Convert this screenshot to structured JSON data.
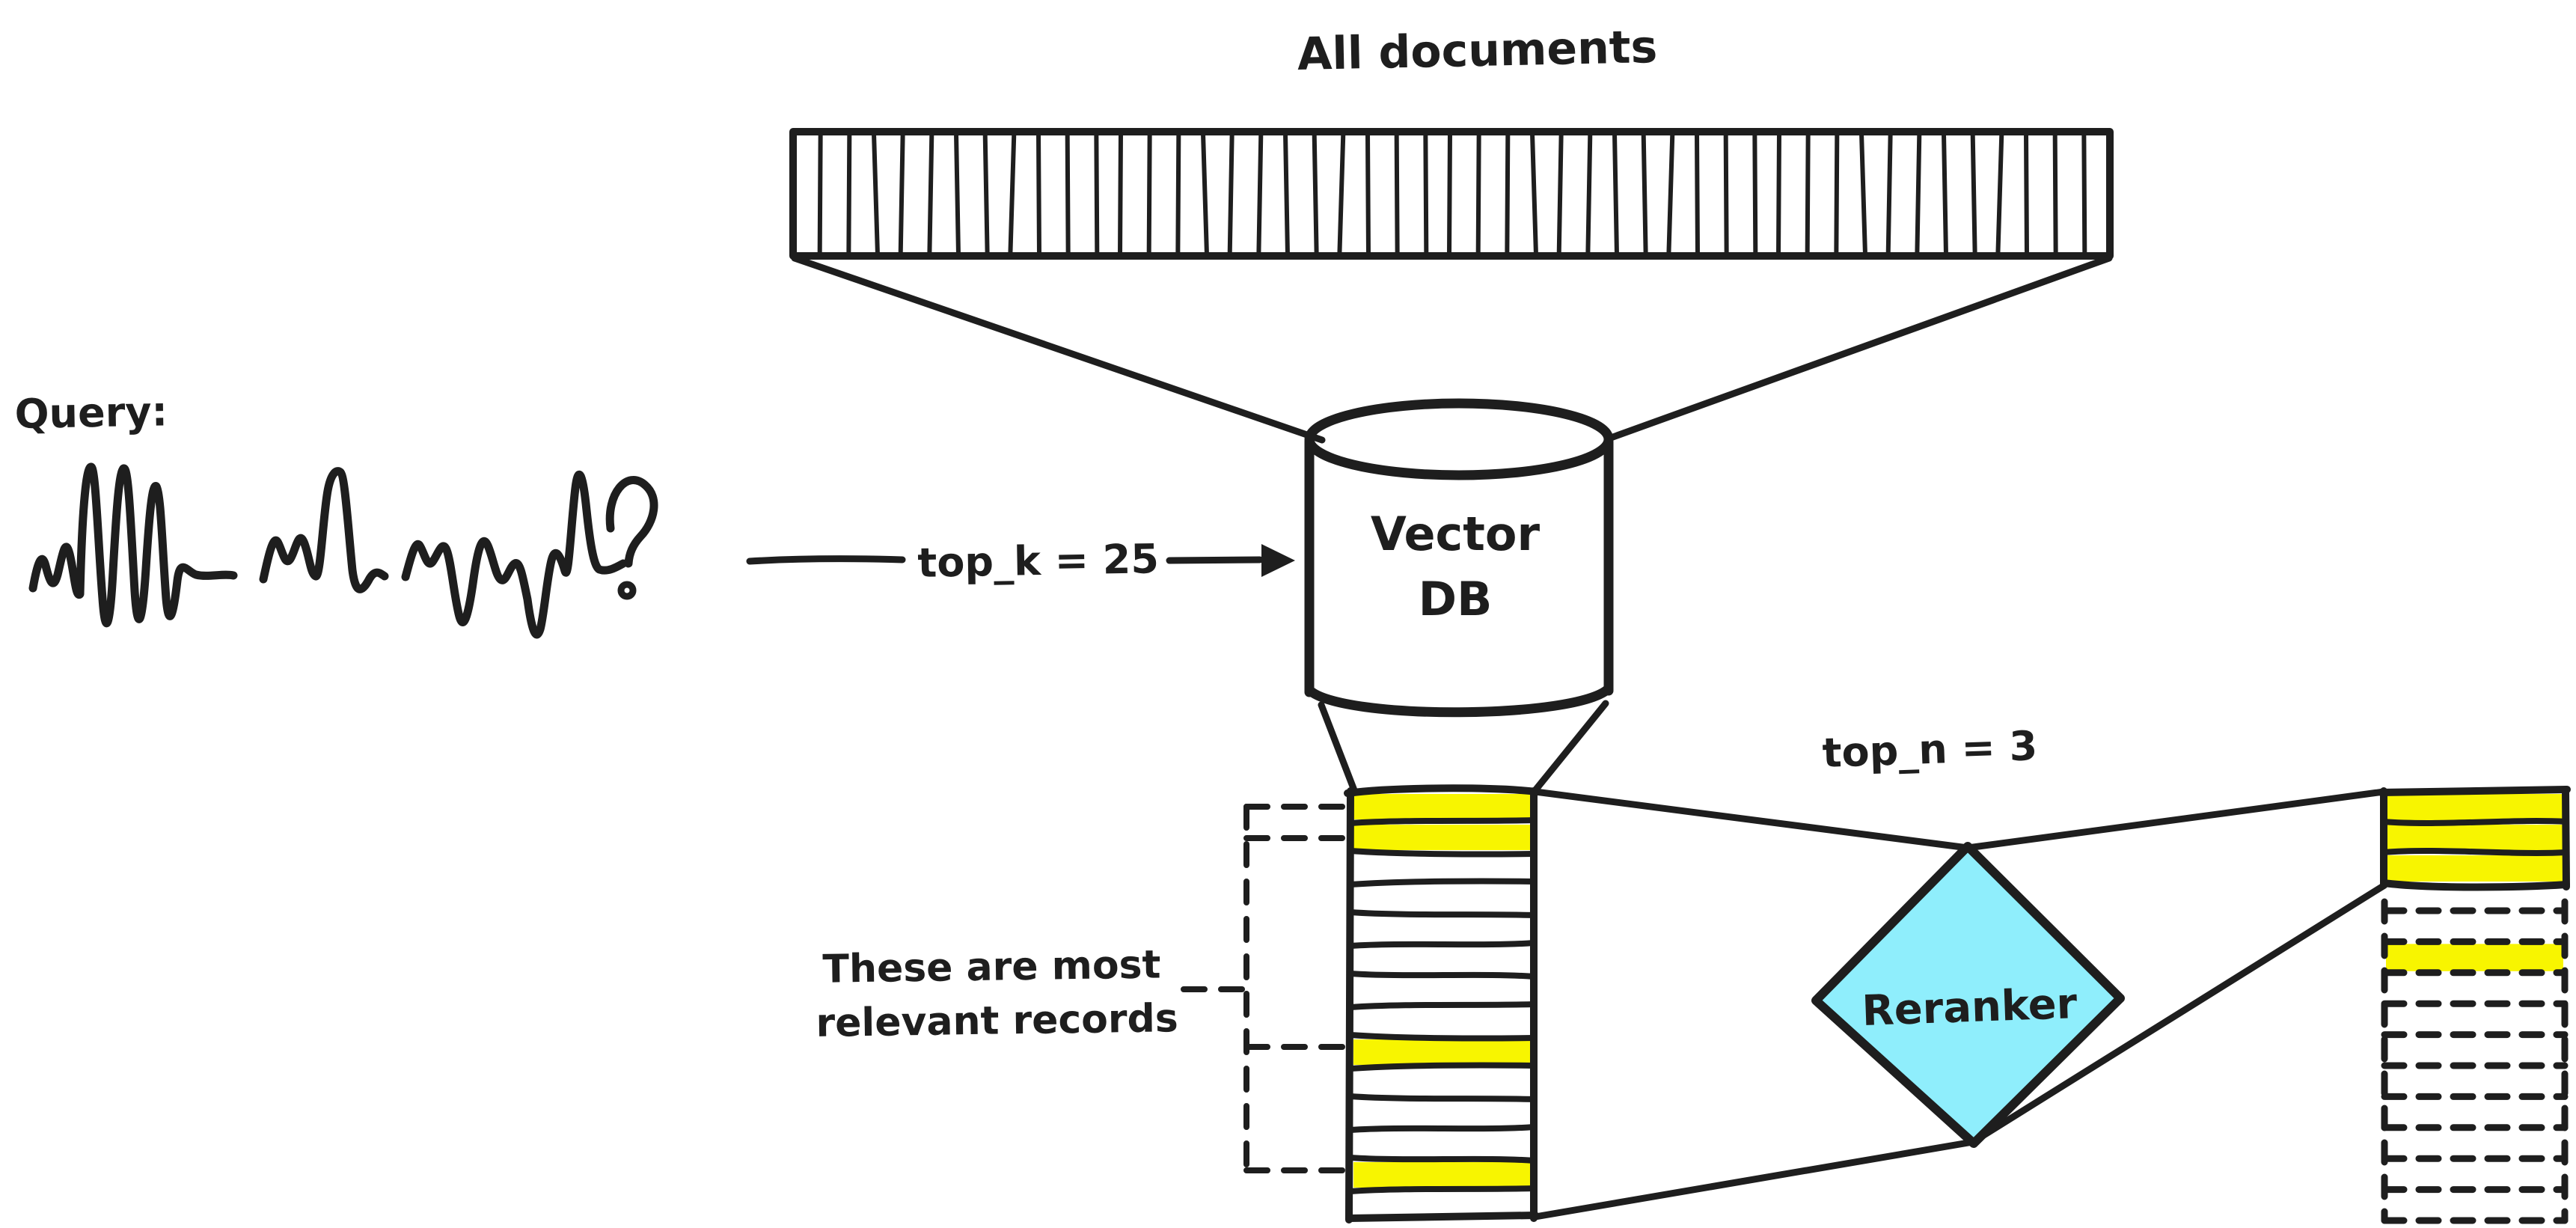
{
  "title": "All documents",
  "query": {
    "label": "Query:",
    "question_mark": "?"
  },
  "pipeline": {
    "topk_label": "top_k = 25",
    "topn_label": "top_n = 3"
  },
  "vector_db": {
    "line1": "Vector",
    "line2": "DB"
  },
  "reranker": {
    "label": "Reranker"
  },
  "annotation": {
    "line1": "These are most",
    "line2": "relevant records"
  },
  "documents_bar": {
    "stripe_count": 48
  },
  "retrieved_records": {
    "row_count": 14,
    "highlighted_rows": [
      1,
      2,
      9,
      13
    ]
  },
  "reranked_records": {
    "solid_yellow_rows": 3,
    "dashed_rows": 10,
    "dashed_highlighted_row": 2
  },
  "colors": {
    "ink": "#1e1e1e",
    "highlight_yellow": "#f8f500",
    "reranker_cyan": "#8feefc",
    "background": "#ffffff"
  }
}
